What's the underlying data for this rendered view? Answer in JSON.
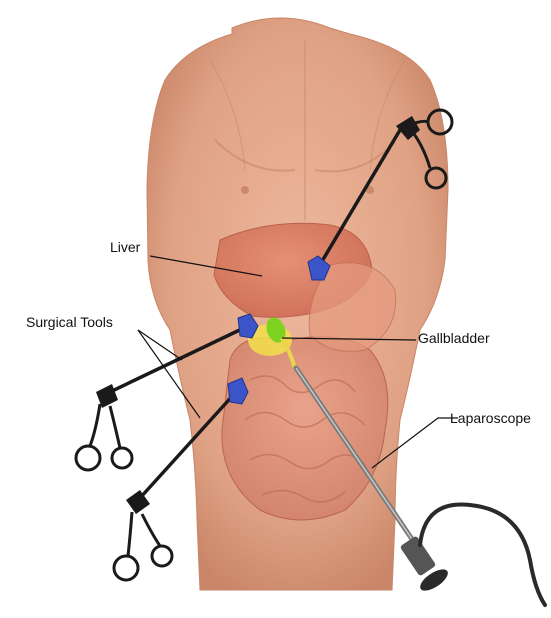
{
  "labels": {
    "liver": "Liver",
    "surgical_tools": "Surgical Tools",
    "gallbladder": "Gallbladder",
    "laparoscope": "Laparoscope"
  },
  "colors": {
    "skin": "#E3A98C",
    "skin_dark": "#C98567",
    "liver": "#D9755E",
    "gallbladder": "#7ED321",
    "bile": "#F2E14C",
    "trocar": "#3B55C8",
    "instrument": "#1A1A1A",
    "scope": "#8A8A8A"
  },
  "icons": [
    "torso-illustration",
    "scissors-grasper-icon",
    "trocar-port-icon",
    "laparoscope-camera-icon"
  ]
}
